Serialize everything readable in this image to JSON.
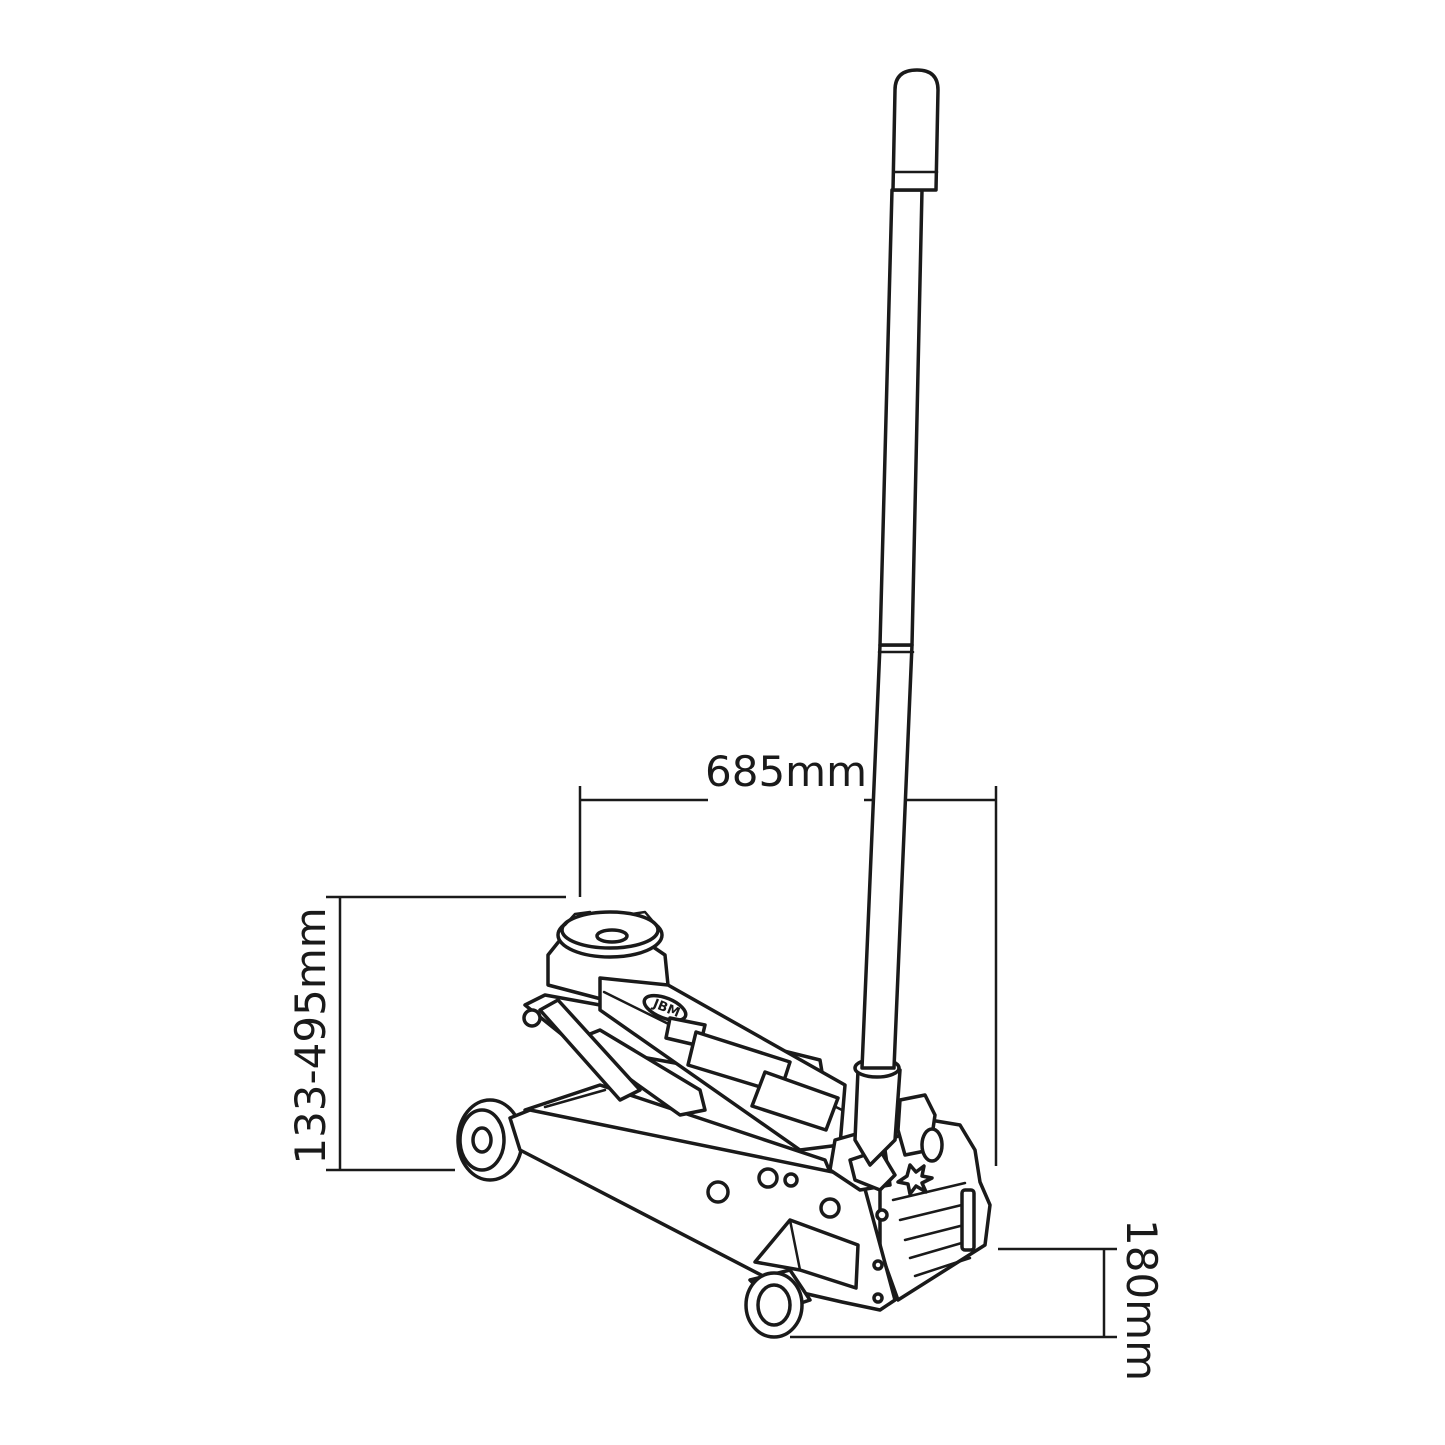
{
  "dimensions": {
    "length": "685mm",
    "lift_range": "133-495mm",
    "handle_height": "180mm"
  },
  "brand_logo": "JBM",
  "line_color": "#1a1a1a",
  "background": "#ffffff"
}
